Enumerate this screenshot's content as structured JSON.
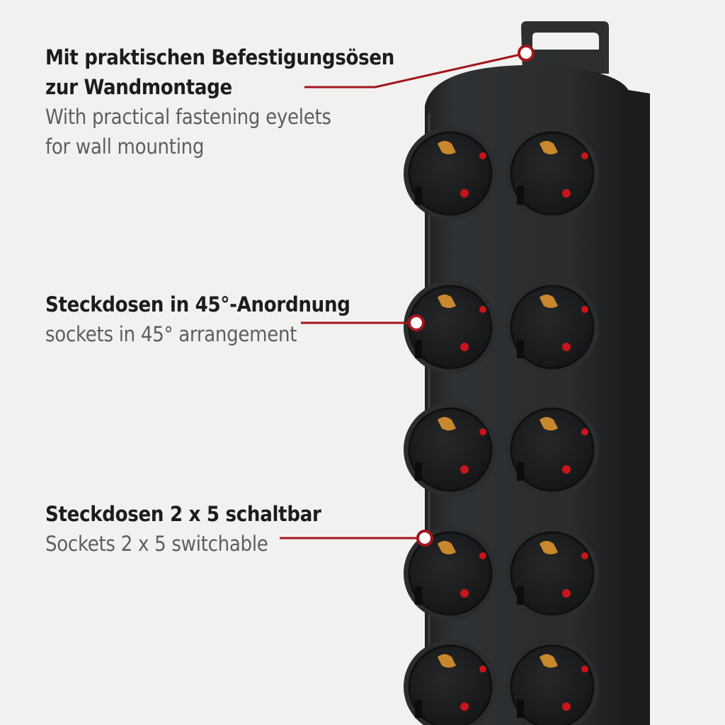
{
  "callouts": [
    {
      "de_lines": [
        "Mit praktischen Befestigungsösen",
        "zur Wandmontage"
      ],
      "en_lines": [
        "With practical fastening eyelets",
        "for wall mounting"
      ]
    },
    {
      "de_lines": [
        "Steckdosen in 45°-Anordnung"
      ],
      "en_lines": [
        "sockets in 45° arrangement"
      ]
    },
    {
      "de_lines": [
        "Steckdosen 2 x 5 schaltbar"
      ],
      "en_lines": [
        "Sockets 2 x 5 switchable"
      ]
    }
  ],
  "colors": {
    "background": "#f1f1f0",
    "accent": "#a3151c",
    "housing": "#2b2d2f",
    "socket": "#1d1f21",
    "contact": "#c8882e",
    "indicator": "#c8141a"
  },
  "product": {
    "rows": 5,
    "columns": 2
  }
}
